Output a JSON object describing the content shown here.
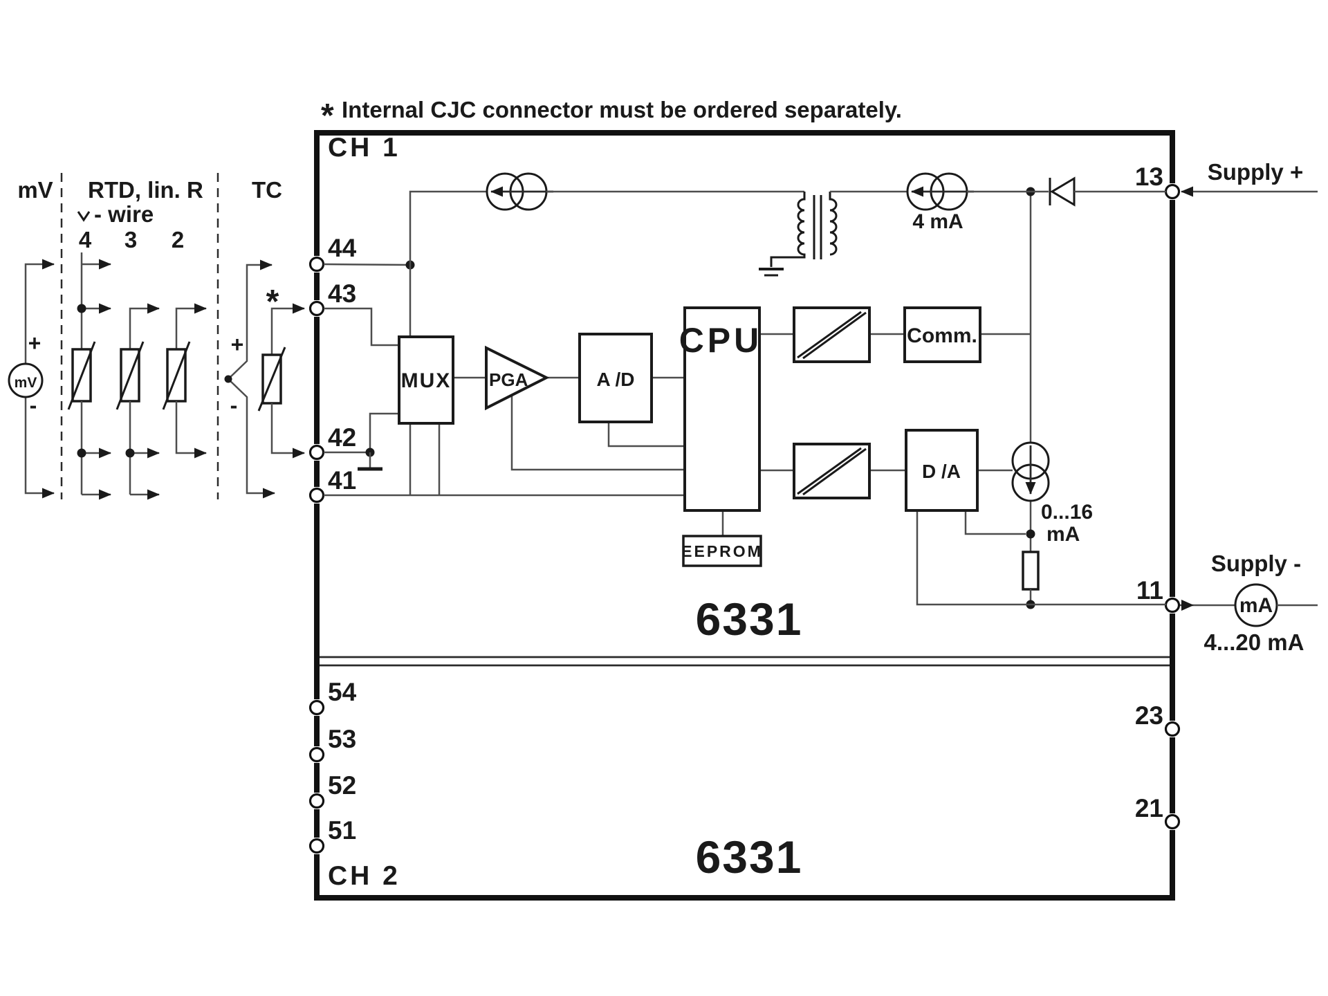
{
  "footnote": {
    "star": "*",
    "text": "Internal CJC connector must be ordered separately."
  },
  "box": {
    "ch1": "CH 1",
    "ch2": "CH 2",
    "model_ch1": "6331",
    "model_ch2": "6331"
  },
  "sensors": {
    "mv": "mV",
    "rtd": "RTD, lin. R",
    "wire_suffix": "- wire",
    "wire4": "4",
    "wire3": "3",
    "wire2": "2",
    "tc": "TC",
    "mv_source": "mV",
    "plus": "+",
    "minus": "-",
    "cjc_star": "*"
  },
  "terminals": {
    "t44": "44",
    "t43": "43",
    "t42": "42",
    "t41": "41",
    "t54": "54",
    "t53": "53",
    "t52": "52",
    "t51": "51",
    "t13": "13",
    "t11": "11",
    "t23": "23",
    "t21": "21"
  },
  "blocks": {
    "mux": "MUX",
    "pga": "PGA",
    "adc": "A /D",
    "cpu": "CPU",
    "comm": "Comm.",
    "dac": "D /A",
    "eeprom": "EEPROM"
  },
  "labels": {
    "supply_plus": "Supply +",
    "supply_minus": "Supply -",
    "i4ma": "4 mA",
    "i016": "0...16",
    "i016_unit": "mA",
    "loop": "4...20 mA",
    "meter": "mA"
  },
  "colors": {
    "line": "#4d4d4d",
    "ink": "#1a1a1a",
    "background": "#ffffff"
  }
}
